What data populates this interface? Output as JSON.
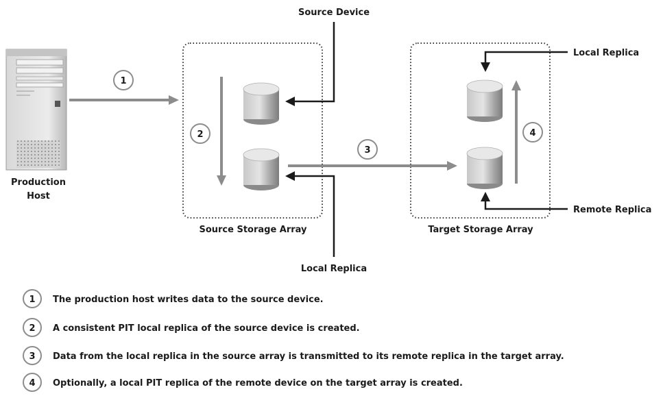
{
  "labels": {
    "source_device": "Source Device",
    "local_replica_top": "Local Replica",
    "production_host_line1": "Production",
    "production_host_line2": "Host",
    "source_array": "Source Storage Array",
    "target_array": "Target Storage Array",
    "remote_replica": "Remote Replica",
    "local_replica_bottom": "Local Replica"
  },
  "steps": [
    {
      "number": "1",
      "text": "The production host writes data to the source device."
    },
    {
      "number": "2",
      "text": "A consistent PIT local replica of the source device is created."
    },
    {
      "number": "3",
      "text": "Data from the local replica in the source array is transmitted to its remote replica in the target array."
    },
    {
      "number": "4",
      "text": "Optionally, a local PIT replica of the remote device on the target array is created."
    }
  ],
  "colors": {
    "flow_arrow": "#8c8c8c",
    "pointer_arrow": "#1a1a1a",
    "box_border": "#333333",
    "disk_light": "#dcdcdc",
    "disk_dark": "#8a8a8a"
  }
}
